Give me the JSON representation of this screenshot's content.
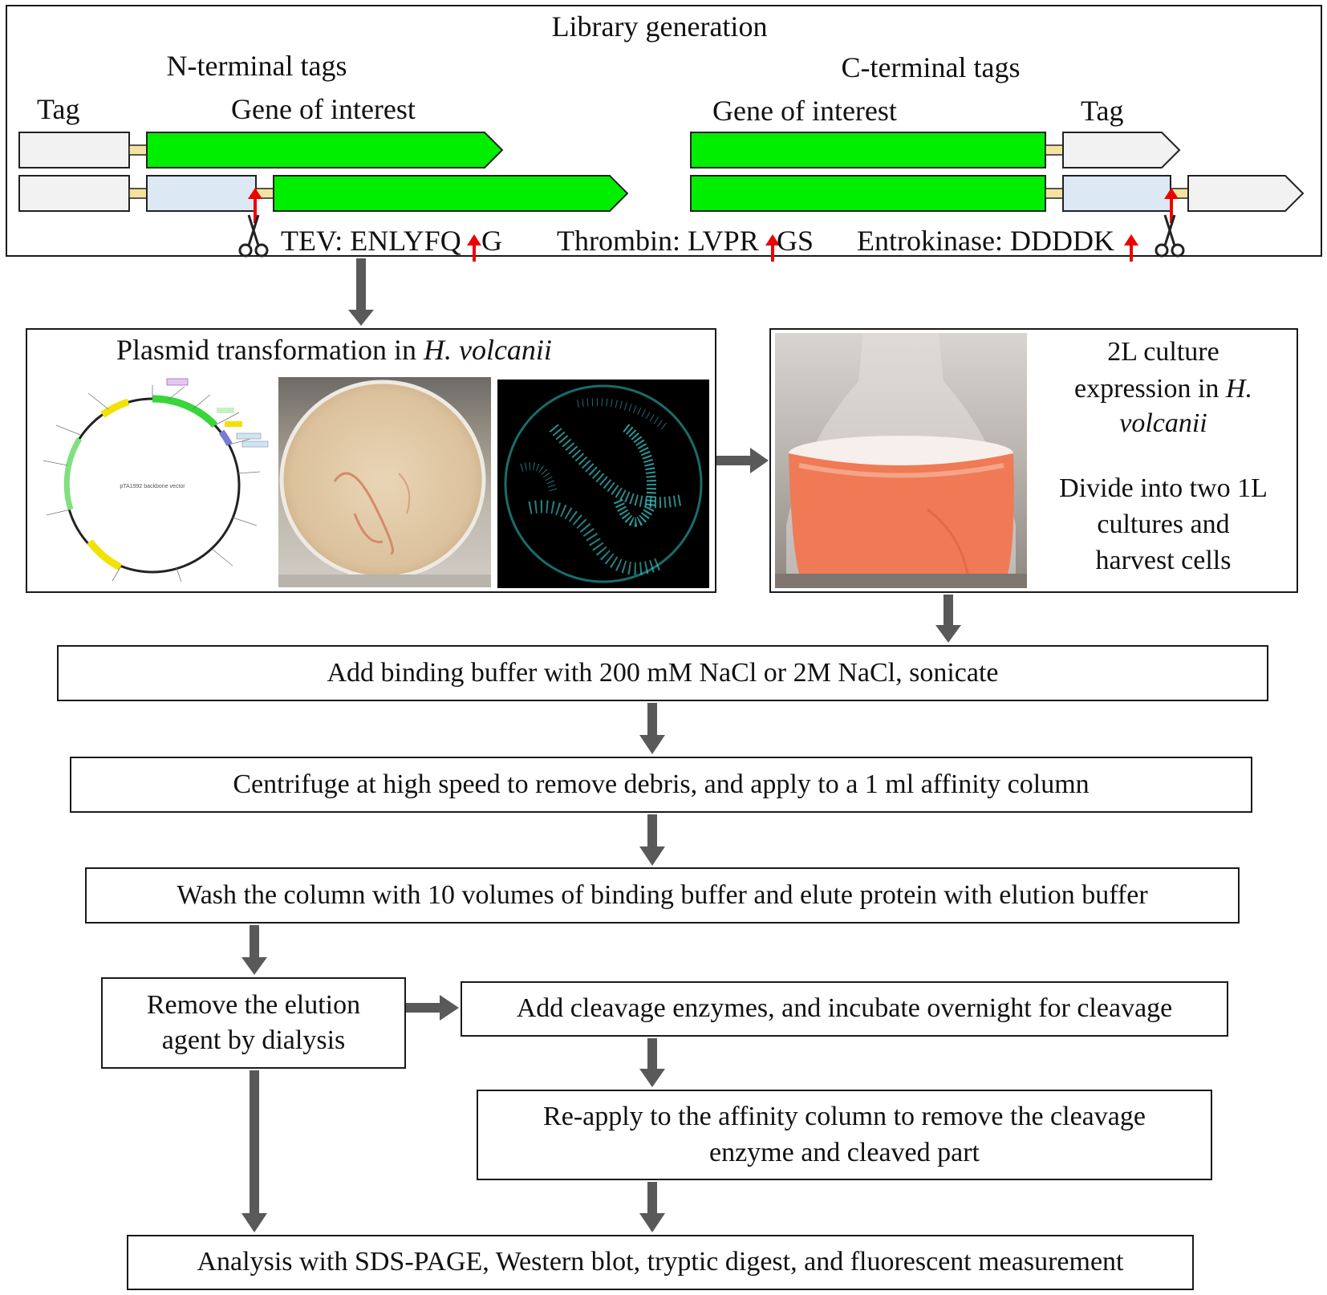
{
  "library": {
    "title": "Library generation",
    "n_terminal": {
      "heading": "N-terminal tags",
      "tag_label": "Tag",
      "gene_label": "Gene of interest"
    },
    "c_terminal": {
      "heading": "C-terminal tags",
      "gene_label": "Gene of interest",
      "tag_label": "Tag"
    },
    "cleavage_sites": {
      "tev_before": "TEV: ENLYFQ",
      "tev_after": "G",
      "thrombin_before": "Thrombin: LVPR",
      "thrombin_after": "GS",
      "entrokinase": "Entrokinase: DDDDK"
    }
  },
  "transformation": {
    "title_prefix": "Plasmid transformation in ",
    "title_species": "H. volcanii",
    "plasmid_center_text": "pTA1992 backbone vector"
  },
  "culture": {
    "line1": "2L culture",
    "line2_prefix": "expression in ",
    "line2_species": "H.",
    "line3_species": "volcanii",
    "divide_line1": "Divide into two 1L",
    "divide_line2": "cultures and",
    "divide_line3": "harvest cells"
  },
  "steps": {
    "binding": "Add binding buffer with 200 mM NaCl or 2M NaCl, sonicate",
    "centrifuge": "Centrifuge at high speed to remove debris, and apply to a 1 ml affinity column",
    "wash": "Wash the column with 10 volumes of binding buffer and elute protein with elution buffer",
    "dialysis_line1": "Remove the elution",
    "dialysis_line2": "agent by dialysis",
    "cleavage": "Add cleavage enzymes, and incubate overnight for cleavage",
    "reapply_line1": "Re-apply to the affinity column to remove the cleavage",
    "reapply_line2": "enzyme and cleaved part",
    "analysis": "Analysis with SDS-PAGE, Western blot, tryptic digest, and fluorescent measurement"
  },
  "colors": {
    "gene": "#00ee00",
    "tag": "#f2f2f2",
    "protease_site": "#dce8f4",
    "linker": "#f4e3a0",
    "cut_arrow": "#ee0000",
    "flow_arrow": "#595959",
    "culture_orange": "#ef7a55",
    "fluorescent_colony": "#3fd6d6"
  }
}
